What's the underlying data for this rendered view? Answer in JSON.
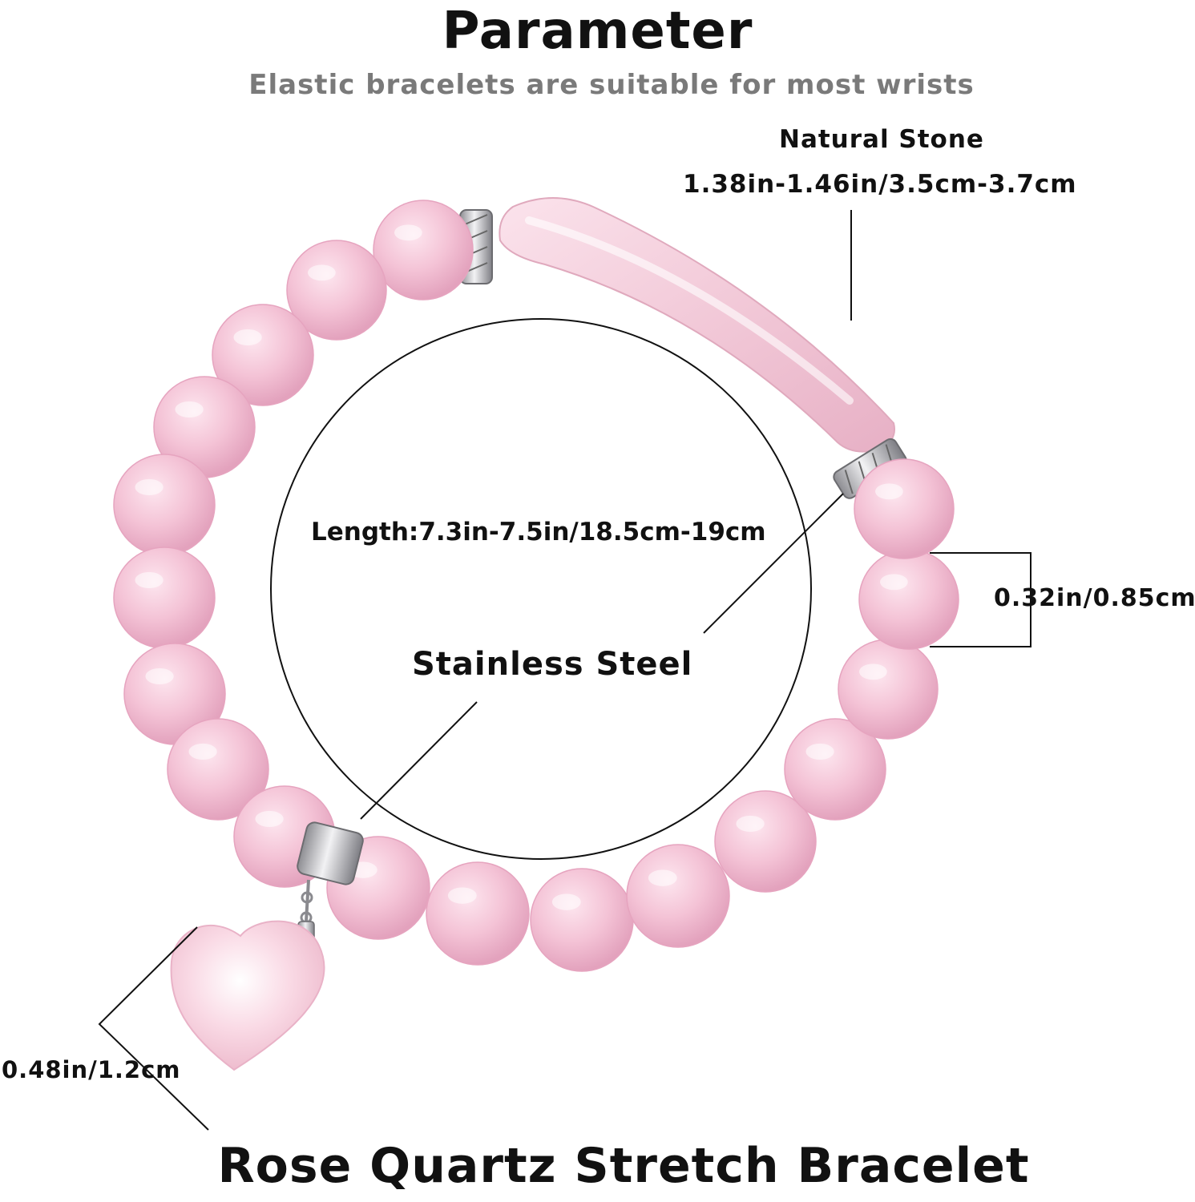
{
  "header": {
    "title": "Parameter",
    "subtitle": "Elastic bracelets are suitable for most wrists"
  },
  "labels": {
    "stone_name": "Natural Stone",
    "stone_size": "1.38in-1.46in/3.5cm-3.7cm",
    "length": "Length:7.3in-7.5in/18.5cm-19cm",
    "steel": "Stainless Steel",
    "bead_size": "0.32in/0.85cm",
    "heart_size": "0.48in/1.2cm"
  },
  "footer": {
    "product_title": "Rose Quartz Stretch Bracelet"
  },
  "colors": {
    "bead": "#f4c3d6",
    "bead_shadow": "#e6a4bf",
    "tube": "#f2ccd9",
    "steel": "#c9c9cc",
    "line": "#111111",
    "subtitle": "#7a7a7a"
  }
}
